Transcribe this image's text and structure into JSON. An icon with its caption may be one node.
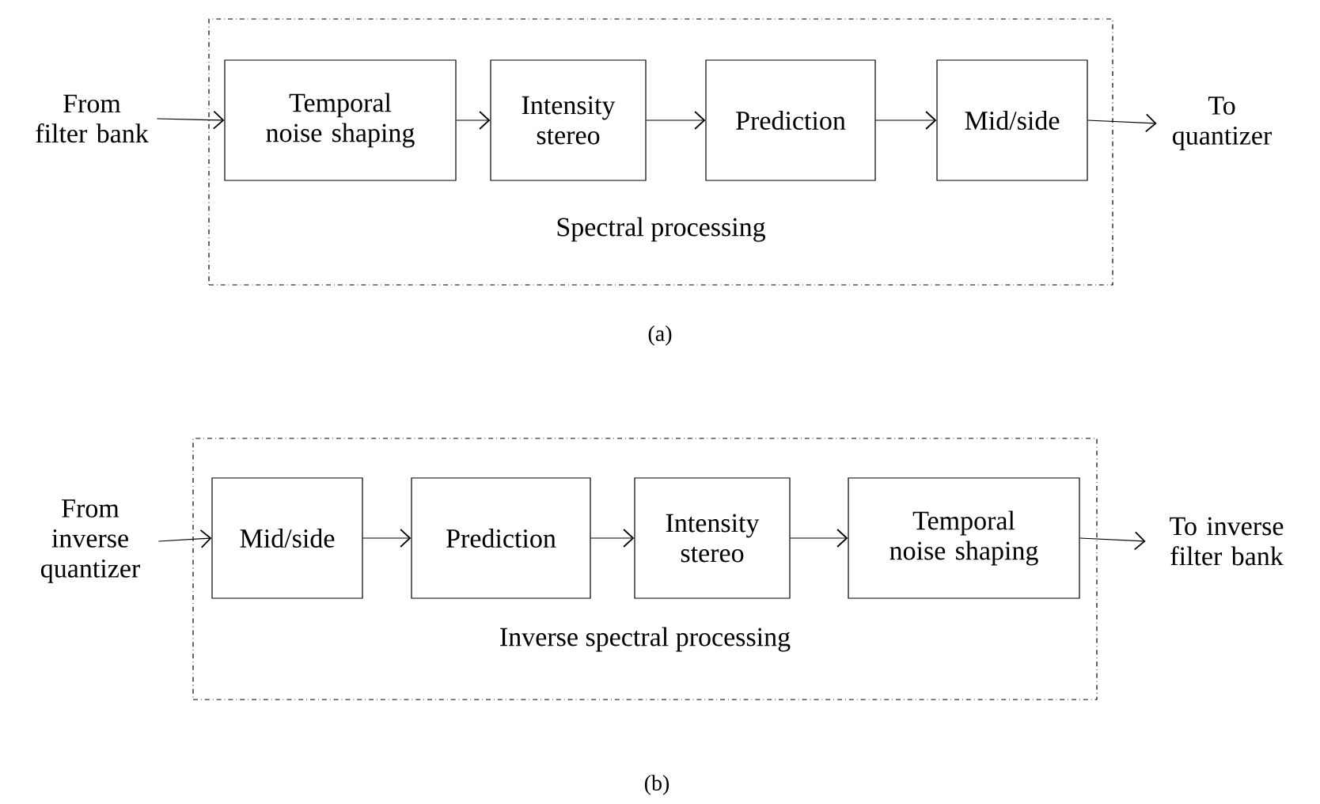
{
  "diagram": {
    "nodes": [
      {
        "text": [
          "From filter bank"
        ]
      },
      {
        "text": [
          "Spectral processing"
        ]
      },
      {
        "text": [
          "Temporal noise shaping"
        ],
        "in": 1
      },
      {
        "text": [
          "Intensity stereo"
        ],
        "in": 1
      },
      {
        "text": [
          "Prediction"
        ],
        "in": 1
      },
      {
        "text": [
          "Mid/side"
        ],
        "in": 1
      },
      {
        "text": [
          "To quantizer"
        ]
      },
      {
        "text": [
          "From inverse quantizer"
        ]
      },
      {
        "text": [
          "Inverse spectral processing"
        ]
      },
      {
        "text": [
          "Mid/side"
        ],
        "in": 8
      },
      {
        "text": [
          "Prediction"
        ],
        "in": 8
      },
      {
        "text": [
          "Intensity stereo"
        ],
        "in": 8
      },
      {
        "text": [
          "Temporal noise shaping"
        ],
        "in": 8
      },
      {
        "text": [
          "To inverse filter bank"
        ]
      }
    ],
    "edges": [
      {
        "from": 0,
        "to": 2,
        "arrow": "to"
      },
      {
        "from": 2,
        "to": 3,
        "arrow": "to"
      },
      {
        "from": 3,
        "to": 4,
        "arrow": "to"
      },
      {
        "from": 4,
        "to": 5,
        "arrow": "to"
      },
      {
        "from": 5,
        "to": 6,
        "arrow": "to"
      },
      {
        "from": 7,
        "to": 9,
        "arrow": "to"
      },
      {
        "from": 9,
        "to": 10,
        "arrow": "to"
      },
      {
        "from": 10,
        "to": 11,
        "arrow": "to"
      },
      {
        "from": 11,
        "to": 12,
        "arrow": "to"
      },
      {
        "from": 12,
        "to": 13,
        "arrow": "to"
      }
    ],
    "labels": [
      "(a)",
      "(b)"
    ]
  }
}
